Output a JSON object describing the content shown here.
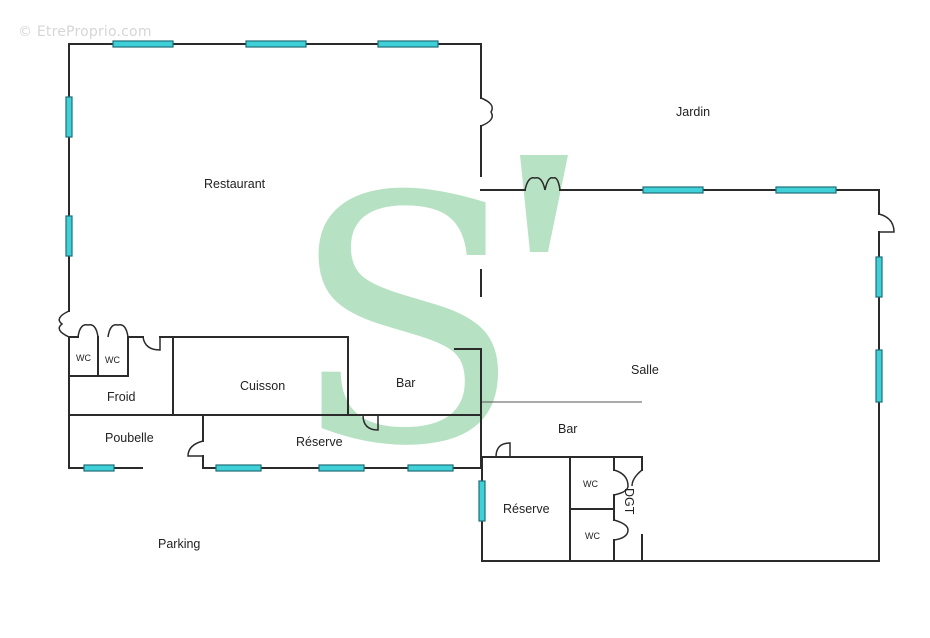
{
  "watermark": {
    "text": "© EtreProprio.com",
    "logo_letter": "S",
    "logo_color": "#9fd8b0"
  },
  "rooms": {
    "jardin": "Jardin",
    "restaurant": "Restaurant",
    "salle": "Salle",
    "bar_small": "Bar",
    "bar": "Bar",
    "cuisson": "Cuisson",
    "froid": "Froid",
    "poubelle": "Poubelle",
    "reserve_top": "Réserve",
    "reserve_bottom": "Réserve",
    "wc1": "WC",
    "wc2": "WC",
    "wc3": "WC",
    "wc4": "WC",
    "dgt": "DGT",
    "parking": "Parking"
  },
  "colors": {
    "wall": "#2b2b2b",
    "window": "#3fd0d8",
    "window_border": "#1f6f78"
  }
}
